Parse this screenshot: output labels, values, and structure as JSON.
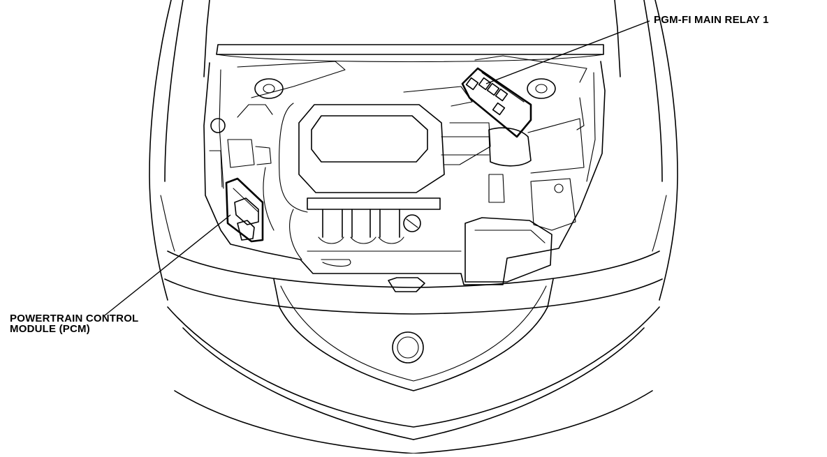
{
  "callouts": {
    "relay": "PGM-FI MAIN RELAY 1",
    "pcm_line1": "POWERTRAIN CONTROL",
    "pcm_line2": "MODULE (PCM)"
  },
  "colors": {
    "line": "#000000",
    "background": "#ffffff"
  }
}
